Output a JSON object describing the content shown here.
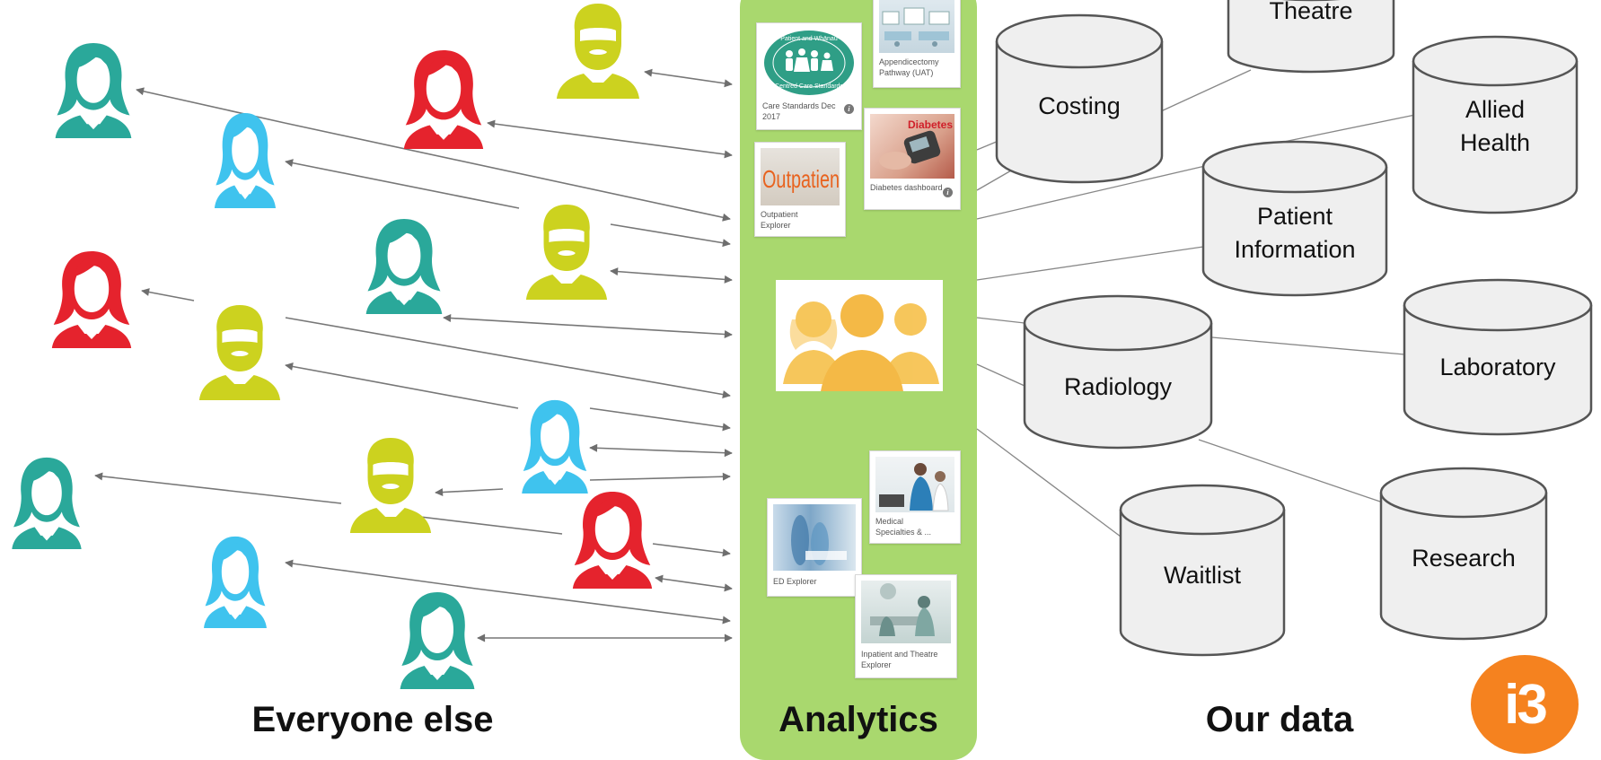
{
  "sections": {
    "left_title": "Everyone else",
    "middle_title": "Analytics",
    "right_title": "Our data"
  },
  "colors": {
    "panel": "#a9d86e",
    "teal": "#2aa89a",
    "cyan": "#3fc3ee",
    "red": "#e5232d",
    "lime": "#ccd21f",
    "orange_logo": "#f5821f",
    "arrow": "#6e6e6e",
    "cylinder_fill": "#efefef",
    "cylinder_stroke": "#555555"
  },
  "dashboards": {
    "care_standards": {
      "caption": "Care Standards Dec 2017",
      "logo_top": "Patient and Whānau",
      "logo_bottom": "Centred Care Standards"
    },
    "appendicectomy": {
      "caption": "Appendicectomy Pathway (UAT)"
    },
    "diabetes": {
      "caption": "Diabetes dashboard",
      "image_text": "Diabetes"
    },
    "outpatient": {
      "caption": "Outpatient Explorer",
      "image_text": "Outpatien"
    },
    "medical_specialties": {
      "caption": "Medical Specialties & ..."
    },
    "ed_explorer": {
      "caption": "ED Explorer"
    },
    "inpatient_theatre": {
      "caption": "Inpatient and Theatre Explorer"
    }
  },
  "data_sources": {
    "theatre": "Theatre",
    "costing": "Costing",
    "allied_health": "Allied Health",
    "patient_information": "Patient Information",
    "radiology": "Radiology",
    "laboratory": "Laboratory",
    "waitlist": "Waitlist",
    "research": "Research"
  },
  "logo": {
    "text": "i3"
  },
  "people": [
    {
      "kind": "female",
      "color": "teal"
    },
    {
      "kind": "female",
      "color": "cyan"
    },
    {
      "kind": "female",
      "color": "red"
    },
    {
      "kind": "male",
      "color": "lime"
    },
    {
      "kind": "male",
      "color": "lime"
    },
    {
      "kind": "female",
      "color": "teal"
    },
    {
      "kind": "female",
      "color": "red"
    },
    {
      "kind": "male",
      "color": "lime"
    },
    {
      "kind": "female",
      "color": "cyan"
    },
    {
      "kind": "male",
      "color": "lime"
    },
    {
      "kind": "female",
      "color": "teal"
    },
    {
      "kind": "female",
      "color": "red"
    },
    {
      "kind": "female",
      "color": "cyan"
    },
    {
      "kind": "female",
      "color": "teal"
    }
  ]
}
